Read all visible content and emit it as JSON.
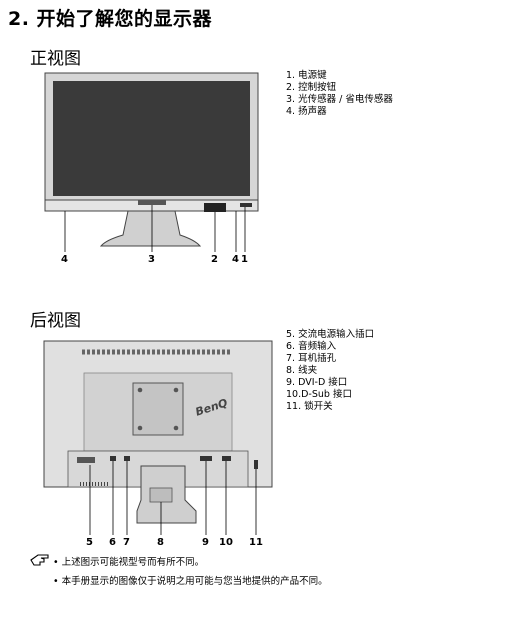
{
  "heading": "2. 开始了解您的显示器",
  "front": {
    "title": "正视图",
    "legend": [
      "1.  电源键",
      "2.  控制按钮",
      "3.  光传感器 / 省电传感器",
      "4.  扬声器"
    ],
    "callouts": [
      "4",
      "3",
      "2",
      "4",
      "1"
    ]
  },
  "back": {
    "title": "后视图",
    "legend": [
      "5.  交流电源输入插口",
      "6.  音频输入",
      "7.  耳机插孔",
      "8.  线夹",
      "9.  DVI-D 接口",
      "10.D-Sub 接口",
      "11. 锁开关"
    ],
    "callouts": [
      "5",
      "6",
      "7",
      "8",
      "9",
      "10",
      "11"
    ],
    "logo_text": "BenQ"
  },
  "notes": [
    "• 上述图示可能视型号而有所不同。",
    "• 本手册显示的图像仅于说明之用可能与您当地提供的产品不同。"
  ],
  "icons": {
    "note": "note-hand-icon"
  }
}
